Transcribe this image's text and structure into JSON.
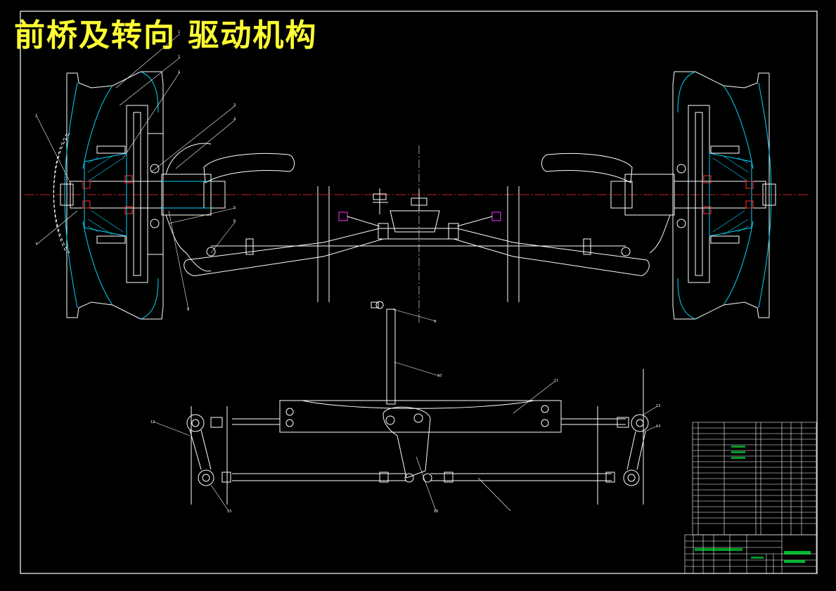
{
  "title": "前桥及转向 驱动机构",
  "colors": {
    "background": "#000000",
    "line": "#ffffff",
    "title": "#ffff33",
    "hatch": "#00d8ff",
    "centerline": "#ff3030",
    "highlight": "#ff33ff",
    "table_text": "#00ff40"
  },
  "balloons": [
    "1",
    "1",
    "1",
    "2",
    "3",
    "4",
    "5",
    "6",
    "7",
    "8",
    "9",
    "10",
    "11",
    "12",
    "13",
    "14",
    "15",
    "16"
  ]
}
